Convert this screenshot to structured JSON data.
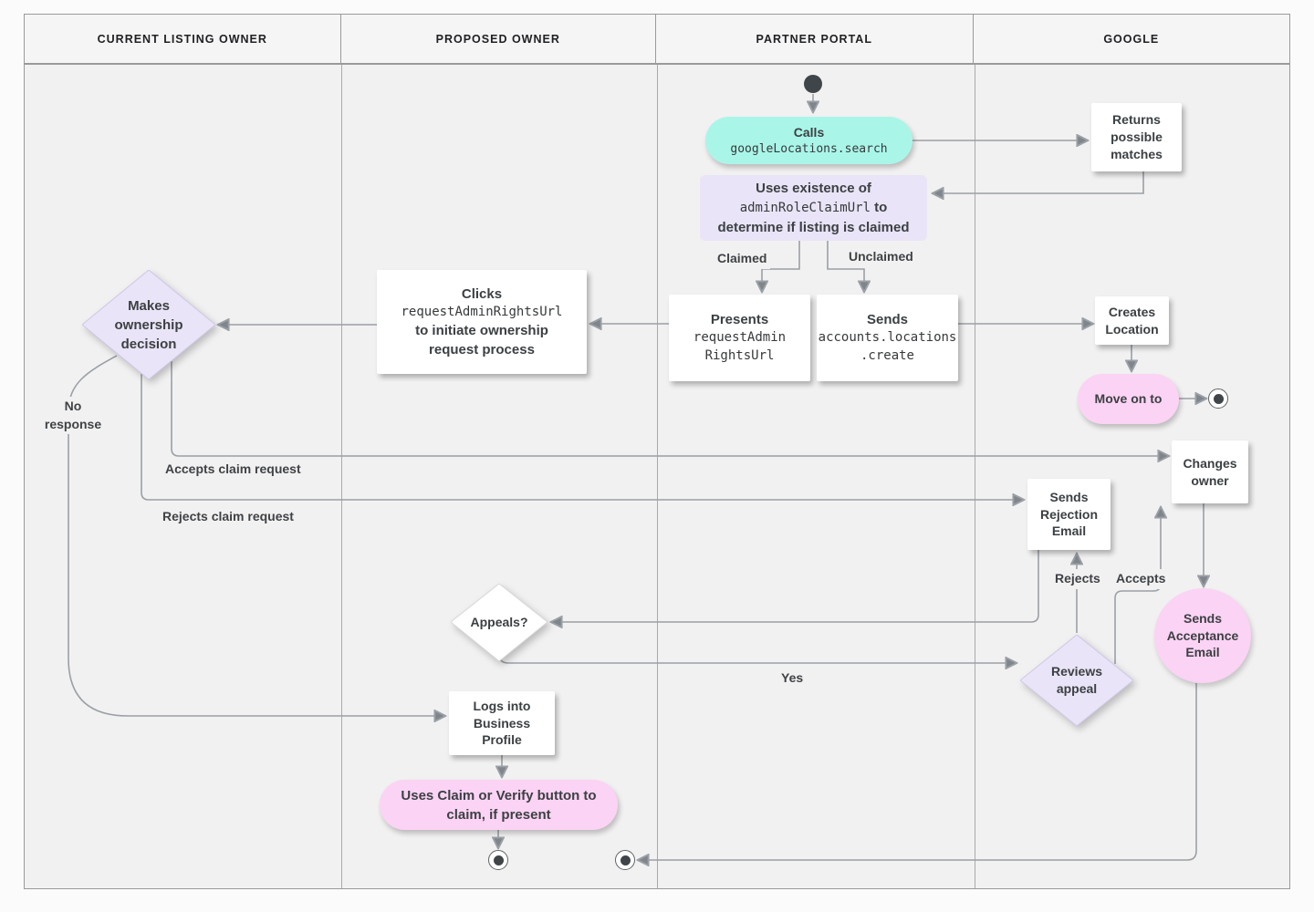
{
  "header": {
    "lanes": [
      "CURRENT LISTING OWNER",
      "PROPOSED OWNER",
      "PARTNER PORTAL",
      "GOOGLE"
    ]
  },
  "nodes": {
    "calls": {
      "line1": "Calls",
      "line2": "googleLocations.search"
    },
    "returns_matches": {
      "text": "Returns possible matches"
    },
    "uses_existence": {
      "line1": "Uses existence of",
      "mono": "adminRoleClaimUrl",
      "line2_suffix": " to",
      "line3": "determine if listing is claimed"
    },
    "presents": {
      "line1": "Presents",
      "mono1": "requestAdmin",
      "mono2": "RightsUrl"
    },
    "sends_create": {
      "line1": "Sends",
      "mono1": "accounts.locations",
      "mono2": ".create"
    },
    "creates_location": {
      "text": "Creates Location"
    },
    "move_on_to": {
      "text": "Move on to"
    },
    "clicks": {
      "line1": "Clicks",
      "mono": "requestAdminRightsUrl",
      "line2": "to initiate ownership",
      "line3": "request process"
    },
    "makes_decision": {
      "text": "Makes ownership decision"
    },
    "changes_owner": {
      "text": "Changes owner"
    },
    "sends_rejection": {
      "text": "Sends Rejection Email"
    },
    "reviews_appeal": {
      "text": "Reviews appeal"
    },
    "sends_acceptance": {
      "text": "Sends Acceptance Email"
    },
    "appeals": {
      "text": "Appeals?"
    },
    "logs_into": {
      "text": "Logs into Business Profile"
    },
    "uses_claim": {
      "text": "Uses Claim or Verify button to claim, if present"
    }
  },
  "edge_labels": {
    "claimed": "Claimed",
    "unclaimed": "Unclaimed",
    "no_response": "No response",
    "accepts_claim": "Accepts claim request",
    "rejects_claim": "Rejects claim request",
    "rejects": "Rejects",
    "accepts": "Accepts",
    "yes": "Yes"
  },
  "colors": {
    "teal": "#a9f6e9",
    "pink": "#fbd3f4",
    "lavender": "#e9e4f7",
    "node_white": "#ffffff",
    "line_gray": "#9aa0a6",
    "text_dark": "#3c4043",
    "lane_bg": "#f2f1f1",
    "header_bg": "#f6f5f5"
  }
}
